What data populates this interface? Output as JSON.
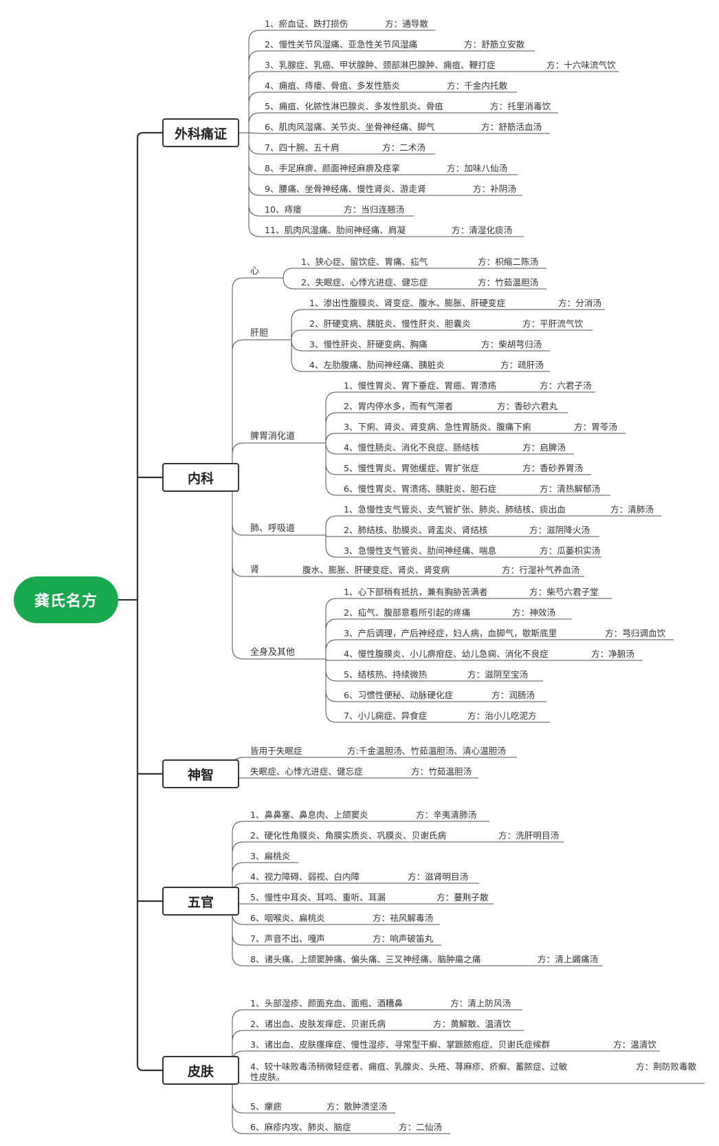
{
  "root": "龚氏名方",
  "branches": [
    {
      "name": "外科痛证",
      "items": [
        {
          "text": "1、瘀血证、跌打损伤",
          "rx": "方：通导散"
        },
        {
          "text": "2、慢性关节风湿痛、亚急性关节风湿痛",
          "rx": "方：舒筋立安散"
        },
        {
          "text": "3、乳腺症、乳癌、甲状腺肿、颈部淋巴腺肿、痈疽、鞭打症",
          "rx": "方：十六味流气饮"
        },
        {
          "text": "4、痈疽、痔瘘、骨疽、多发性筋炎",
          "rx": "方：千金内托散"
        },
        {
          "text": "5、痈疽、化脓性淋巴腺炎、多发性肌炎、骨疽",
          "rx": "方：托里消毒饮"
        },
        {
          "text": "6、肌肉风湿痛、关节炎、坐骨神经痛、脚气",
          "rx": "方：舒筋活血汤"
        },
        {
          "text": "7、四十腕、五十肩",
          "rx": "方：二术汤"
        },
        {
          "text": "8、手足麻痹、颜面神经麻痹及痉挛",
          "rx": "方：加味八仙汤"
        },
        {
          "text": "9、腰痛、坐骨神经痛、慢性肾炎、游走肾",
          "rx": "方：补阴汤"
        },
        {
          "text": "10、痔瘘",
          "rx": "方：当归连翘汤"
        },
        {
          "text": "11、肌肉风湿痛、肋间神经痛、肩凝",
          "rx": "方：清湿化痰汤"
        }
      ]
    },
    {
      "name": "内科",
      "subs": [
        {
          "name": "心",
          "items": [
            {
              "text": "1、狭心症、留饮症、胃痛、疝气",
              "rx": "方：枳缩二陈汤"
            },
            {
              "text": "2、失眠症、心悸亢进症、健忘症",
              "rx": "方：竹茹温胆汤"
            }
          ]
        },
        {
          "name": "肝胆",
          "items": [
            {
              "text": "1、渗出性腹膜炎、肾变症、腹水、膨胀、肝硬变症",
              "rx": "方：分消汤"
            },
            {
              "text": "2、肝硬变病、胰脏炎、慢性肝炎、胆囊炎",
              "rx": "方：平肝流气饮"
            },
            {
              "text": "3、慢性肝炎、肝硬变病、胸痛",
              "rx": "方：柴胡芎归汤"
            },
            {
              "text": "4、左肋腹痛、肋间神经痛、胰脏炎",
              "rx": "方：疏肝汤"
            }
          ]
        },
        {
          "name": "脾胃消化道",
          "items": [
            {
              "text": "1、慢性胃炎、胃下垂症、胃癌、胃溃疡",
              "rx": "方：六君子汤"
            },
            {
              "text": "2、胃内停水多，而有气滞者",
              "rx": "方：香砂六君丸"
            },
            {
              "text": "3、下痢、肾炎、肾变病、急性胃肠炎、腹痛下痢",
              "rx": "方：胃苓汤"
            },
            {
              "text": "4、慢性肠炎、消化不良症、肠结核",
              "rx": "方：启脾汤"
            },
            {
              "text": "5、慢性胃炎、胃弛缓症、胃扩张症",
              "rx": "方：香砂养胃汤"
            },
            {
              "text": "6、慢性胃炎、胃溃疡、胰脏炎、胆石症",
              "rx": "方：清热解郁汤"
            }
          ]
        },
        {
          "name": "肺、呼吸道",
          "items": [
            {
              "text": "1、急慢性支气管炎、支气管扩张、肺炎、肺结核、痰出血",
              "rx": "方：清肺汤"
            },
            {
              "text": "2、肺结核、肋膜炎、肾盂炎、肾结核",
              "rx": "方：滋阴降火汤"
            },
            {
              "text": "3、急慢性支气管炎、肋间神经痛、喘息",
              "rx": "方：瓜蒌枳实汤"
            }
          ]
        },
        {
          "name": "肾",
          "inline": {
            "text": "腹水、膨胀、肝硬变症、肾炎、肾变病",
            "rx": "方：行湿补气养血汤"
          }
        },
        {
          "name": "全身及其他",
          "items": [
            {
              "text": "1、心下部稍有抵抗，兼有胸胁苦满者",
              "rx": "方：柴芍六君子堂"
            },
            {
              "text": "2、疝气、腹部意看所引起的疼痛",
              "rx": "方：神效汤"
            },
            {
              "text": "3、产后调理，产后神经症，妇人病，血脚气，歇斯底里",
              "rx": "方：芎归调血饮"
            },
            {
              "text": "4、慢性腹膜炎、小儿痹疳症、幼儿急痫、消化不良症",
              "rx": "方：净腑汤"
            },
            {
              "text": "5、结核热、持续微热",
              "rx": "方：滋阴至宝汤"
            },
            {
              "text": "6、习惯性便秘、动脉硬化症",
              "rx": "方：润肠汤"
            },
            {
              "text": "7、小儿痫症、异食症",
              "rx": "方：治小儿吃泥方"
            }
          ]
        }
      ]
    },
    {
      "name": "神智",
      "items": [
        {
          "text": "皆用于失眠症",
          "rx": "方:千金温胆汤、竹茹温胆汤、清心温胆汤"
        },
        {
          "text": "失眠症、心悸亢进症、健忘症",
          "rx": "方：竹茹温胆汤"
        }
      ]
    },
    {
      "name": "五官",
      "items": [
        {
          "text": "1、鼻鼻塞、鼻息肉、上颌窦炎",
          "rx": "方：辛夷清肺汤"
        },
        {
          "text": "2、硬化性角膜炎、角膜实质炎、巩膜炎、贝谢氏病",
          "rx": "方：洗肝明目汤"
        },
        {
          "text": "3、扁桃炎",
          "rx": ""
        },
        {
          "text": "4、视力障碍、弱视、白内障",
          "rx": "方：滋肾明目汤"
        },
        {
          "text": "5、慢性中耳炎、耳鸣、重听、耳漏",
          "rx": "方：蔓荆子散"
        },
        {
          "text": "6、咽喉炎、扁桃炎",
          "rx": "方：祛风解毒汤"
        },
        {
          "text": "7、声音不出、嘎声",
          "rx": "方：响声破笛丸"
        },
        {
          "text": "8、诸头痛、上颌窦肿痛、偏头痛、三叉神经痛、脑肿瘍之痛",
          "rx": "方：清上蠲痛汤"
        }
      ]
    },
    {
      "name": "皮肤",
      "items": [
        {
          "text": "1、头部湿疹、颜面充血、面疱、酒糟鼻",
          "rx": "方：清上防风汤"
        },
        {
          "text": "2、诸出血、皮肤发痒症、贝谢氏病",
          "rx": "方：黄解散、温清饮"
        },
        {
          "text": "3、诸出血、皮肤瘙痒症、慢性湿疹、寻常型干癣、掌蹠脓疱症、贝谢氏症候群",
          "rx": "方：温清饮"
        },
        {
          "text": "4、较十味败毒汤稍微轻症者、痈疽、乳腺炎、头疮、荨麻疹、疥癣、蓄脓症、过敏\n性皮肤。",
          "rx": "方：荆防败毒散"
        },
        {
          "text": "5、瘰疬",
          "rx": "方：散肿溃坚汤"
        },
        {
          "text": "6、麻疹内攻、肺炎、脑症",
          "rx": "方：二仙汤"
        }
      ]
    }
  ]
}
